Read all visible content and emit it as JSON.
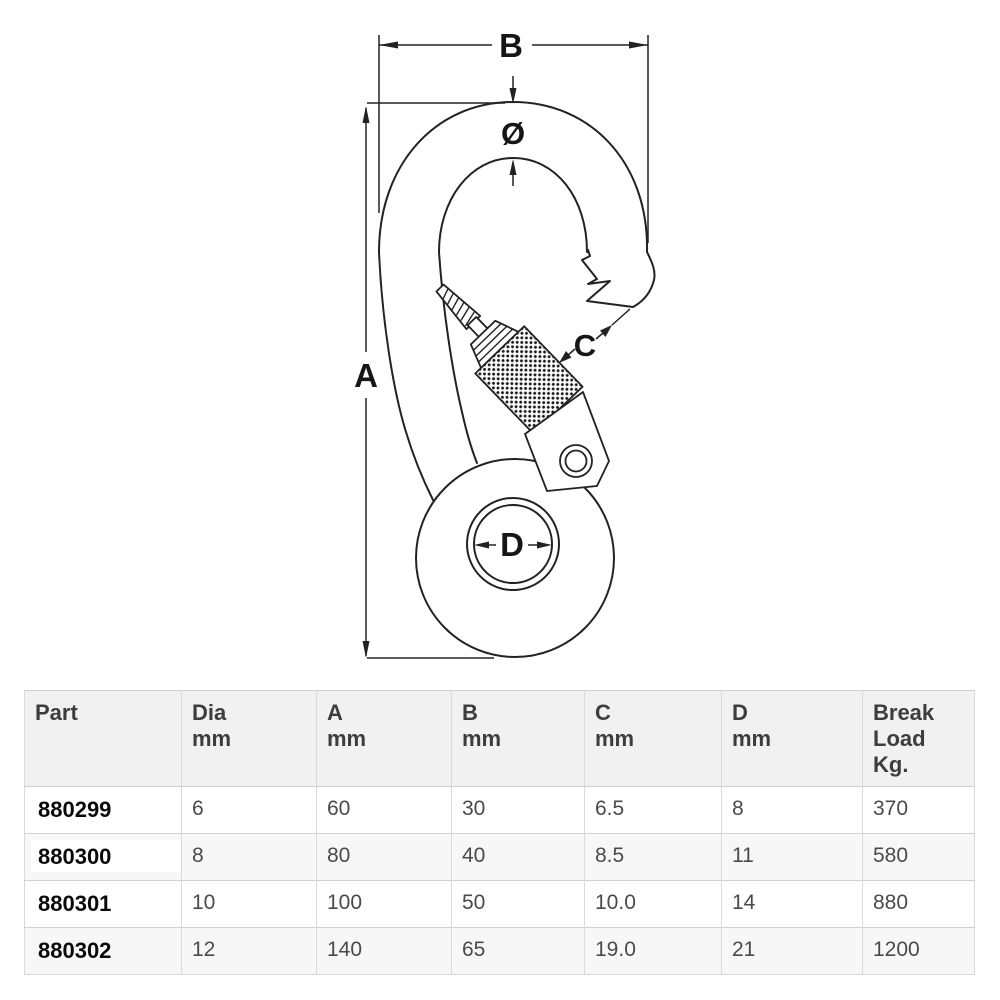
{
  "diagram": {
    "line_color": "#222222",
    "labels": {
      "b": "B",
      "dia": "Ø",
      "a": "A",
      "c": "C",
      "d": "D"
    }
  },
  "table": {
    "header_bg": "#f1f1f1",
    "row_alt_bg": "#f7f7f7",
    "border_color": "#d9d9d9",
    "columns": [
      {
        "line1": "Part",
        "line2": ""
      },
      {
        "line1": "Dia",
        "line2": "mm"
      },
      {
        "line1": "A",
        "line2": "mm"
      },
      {
        "line1": "B",
        "line2": "mm"
      },
      {
        "line1": "C",
        "line2": "mm"
      },
      {
        "line1": "D",
        "line2": "mm"
      },
      {
        "line1": "Break",
        "line2": "Load Kg."
      }
    ],
    "rows": [
      {
        "part": "880299",
        "dia_mm": "6",
        "a_mm": "60",
        "b_mm": "30",
        "c_mm": "6.5",
        "d_mm": "8",
        "break_load_kg": "370"
      },
      {
        "part": "880300",
        "dia_mm": "8",
        "a_mm": "80",
        "b_mm": "40",
        "c_mm": "8.5",
        "d_mm": "11",
        "break_load_kg": "580"
      },
      {
        "part": "880301",
        "dia_mm": "10",
        "a_mm": "100",
        "b_mm": "50",
        "c_mm": "10.0",
        "d_mm": "14",
        "break_load_kg": "880"
      },
      {
        "part": "880302",
        "dia_mm": "12",
        "a_mm": "140",
        "b_mm": "65",
        "c_mm": "19.0",
        "d_mm": "21",
        "break_load_kg": "1200"
      }
    ]
  }
}
